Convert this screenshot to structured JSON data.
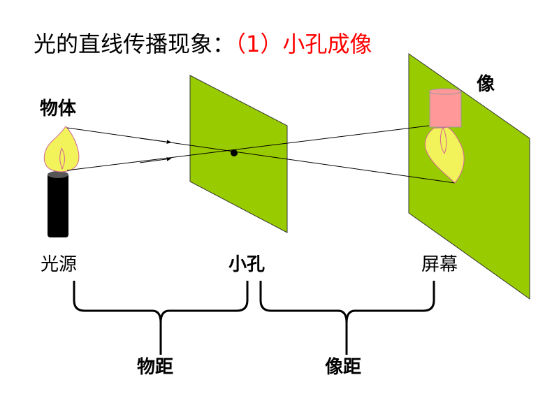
{
  "title": {
    "main": "光的直线传播现象：",
    "sub": "（1）小孔成像"
  },
  "labels": {
    "object": "物体",
    "image": "像",
    "light_source": "光源",
    "pinhole": "小孔",
    "screen": "屏幕",
    "object_distance": "物距",
    "image_distance": "像距"
  },
  "colors": {
    "panel_green": "#99CC00",
    "flame_yellow": "#F2F25A",
    "flame_stroke": "#D2649A",
    "candle_top_pink": "#FF9999",
    "title_red": "#FF0000",
    "candle_black": "#000000",
    "ray": "#000000"
  },
  "icons": {
    "flame": "flame-icon",
    "inverted_flame": "inverted-flame-icon",
    "pinhole": "pinhole-dot"
  }
}
